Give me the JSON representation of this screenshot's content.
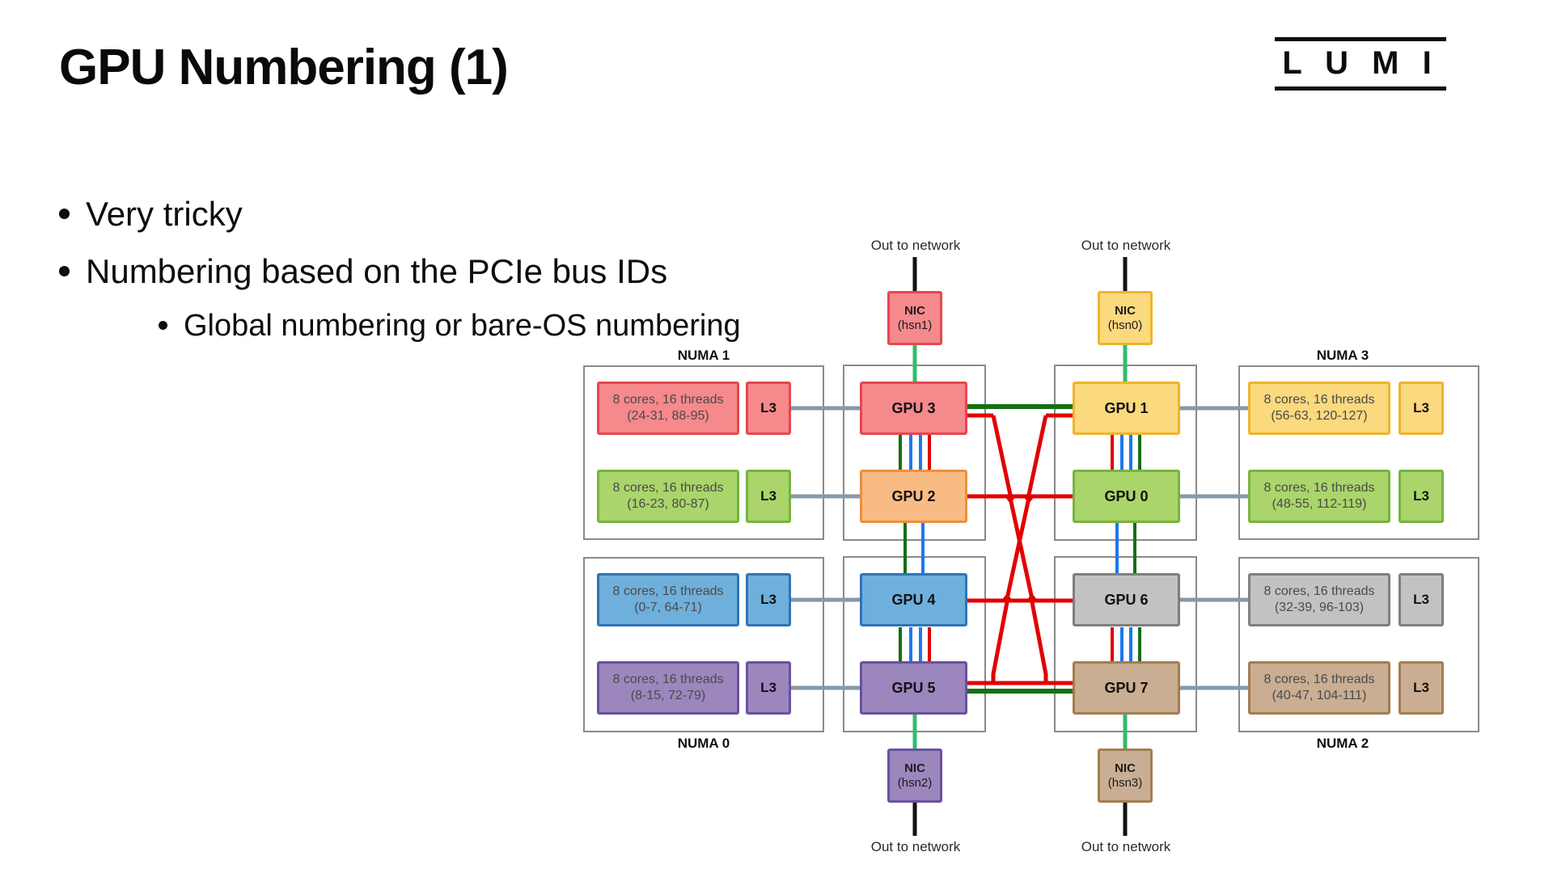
{
  "title": "GPU Numbering (1)",
  "logo": {
    "text": "L U M I"
  },
  "bullets": {
    "items": [
      {
        "text": "Very tricky"
      },
      {
        "text": "Numbering based on the PCIe bus IDs"
      },
      {
        "text": "Global numbering or bare-OS numbering"
      }
    ]
  },
  "diagram": {
    "out_to_network": "Out to network",
    "l3_label": "L3",
    "numa_labels": [
      "NUMA 1",
      "NUMA 3",
      "NUMA 0",
      "NUMA 2"
    ],
    "gpus": [
      "GPU 3",
      "GPU 2",
      "GPU 1",
      "GPU 0",
      "GPU 4",
      "GPU 5",
      "GPU 6",
      "GPU 7"
    ],
    "nics": [
      {
        "label": "NIC",
        "sub": "(hsn1)"
      },
      {
        "label": "NIC",
        "sub": "(hsn0)"
      },
      {
        "label": "NIC",
        "sub": "(hsn2)"
      },
      {
        "label": "NIC",
        "sub": "(hsn3)"
      }
    ],
    "cores": [
      {
        "line1": "8 cores, 16 threads",
        "line2": "(24-31, 88-95)"
      },
      {
        "line1": "8 cores, 16 threads",
        "line2": "(16-23, 80-87)"
      },
      {
        "line1": "8 cores, 16 threads",
        "line2": "(56-63, 120-127)"
      },
      {
        "line1": "8 cores, 16 threads",
        "line2": "(48-55, 112-119)"
      },
      {
        "line1": "8 cores, 16 threads",
        "line2": "(0-7, 64-71)"
      },
      {
        "line1": "8 cores, 16 threads",
        "line2": "(8-15, 72-79)"
      },
      {
        "line1": "8 cores, 16 threads",
        "line2": "(32-39, 96-103)"
      },
      {
        "line1": "8 cores, 16 threads",
        "line2": "(40-47, 104-111)"
      }
    ]
  },
  "colors": {
    "red_fill": "#F5898C",
    "red_border": "#E8464F",
    "orange_fill": "#F9BB84",
    "orange_border": "#EE8F3C",
    "yellow_fill": "#FBD97E",
    "yellow_border": "#EFB42B",
    "green_fill": "#AAD56B",
    "green_border": "#76B43F",
    "blue_fill": "#6FAFDC",
    "blue_border": "#2E75B6",
    "purple_fill": "#9C86BE",
    "purple_border": "#6A519F",
    "gray_fill": "#C2C2C2",
    "gray_border": "#7F7F7F",
    "tan_fill": "#C9AE93",
    "tan_border": "#A57C50",
    "line_gray": "#8599A9",
    "line_red": "#E10000",
    "line_blue": "#1B77F2",
    "line_dark_green": "#156F15",
    "line_light_green": "#2DBE6E",
    "line_black": "#121212",
    "container_border": "#8A8A8A"
  }
}
